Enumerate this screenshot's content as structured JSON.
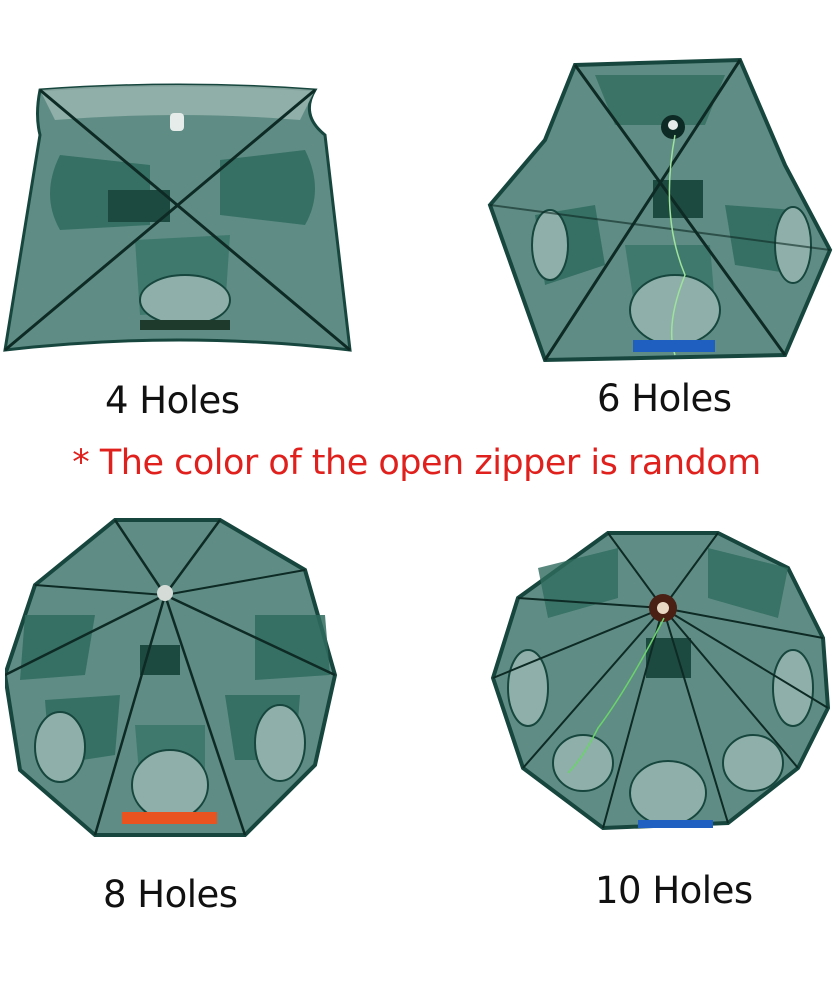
{
  "products": [
    {
      "id": "4",
      "label": "4 Holes",
      "shape": "square",
      "zipper_color": "#1d3a2c"
    },
    {
      "id": "6",
      "label": "6 Holes",
      "shape": "hexagon",
      "zipper_color": "#1f5fbf"
    },
    {
      "id": "8",
      "label": "8 Holes",
      "shape": "octagon",
      "zipper_color": "#e8531f"
    },
    {
      "id": "10",
      "label": "10 Holes",
      "shape": "decagon",
      "zipper_color": "#2060c0"
    }
  ],
  "note": {
    "text": "* The color of the open zipper is random",
    "color": "#e0201c"
  },
  "colors": {
    "net_dark": "#16463d",
    "net_mid": "#2f6b5e",
    "net_light": "#8fb0aa",
    "background": "#ffffff"
  }
}
